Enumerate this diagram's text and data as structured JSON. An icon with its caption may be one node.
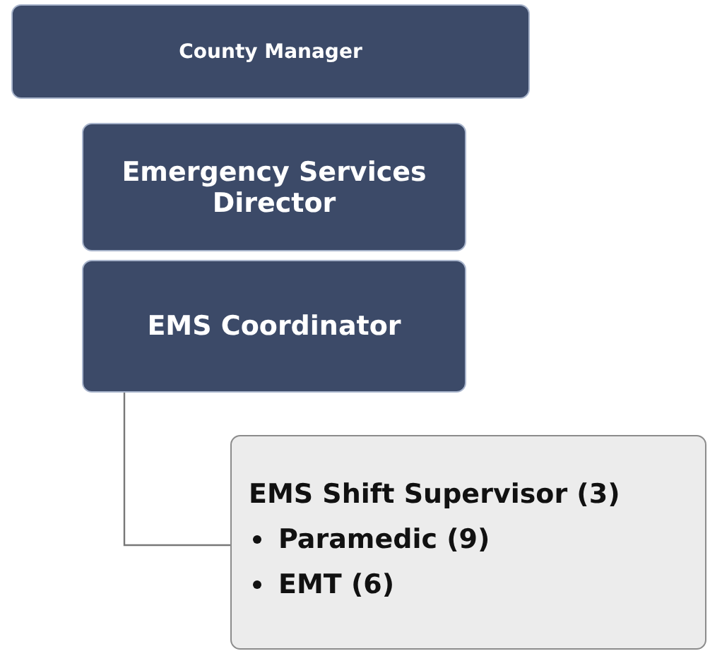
{
  "diagram": {
    "nodes": [
      {
        "text": [
          "County Manager"
        ]
      },
      {
        "text": [
          "Emergency Services Director"
        ]
      },
      {
        "text": [
          "EMS Coordinator"
        ]
      },
      {
        "text": [
          "EMS Shift Supervisor (3)",
          "Paramedic (9)",
          "EMT (6)"
        ]
      }
    ],
    "edges": [
      {
        "from": 2,
        "to": 3,
        "arrow": "none"
      }
    ]
  }
}
